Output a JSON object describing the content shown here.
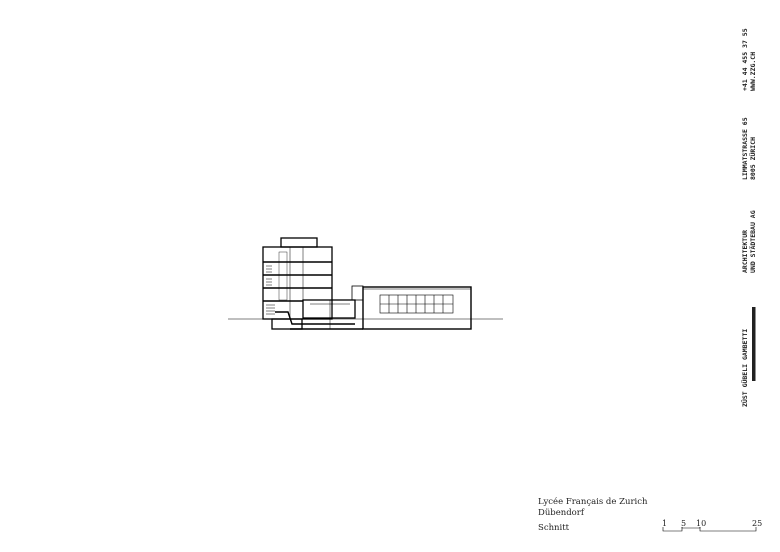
{
  "project": {
    "name": "Lycée Français de Zurich",
    "location": "Dübendorf"
  },
  "drawing": {
    "type_label": "Schnitt",
    "scale_labels": [
      "1",
      "5",
      "10",
      "25"
    ]
  },
  "office": {
    "name": "ZÜST GÜBELI GAMBETTI",
    "line1": "ARCHITEKTUR",
    "line2": "UND STÄDTEBAU AG",
    "street": "LIMMATSTRASSE 65",
    "city": "8005 ZÜRICH",
    "phone": "+41 44 455 37 55",
    "web": "WWW.ZZG.CH"
  }
}
